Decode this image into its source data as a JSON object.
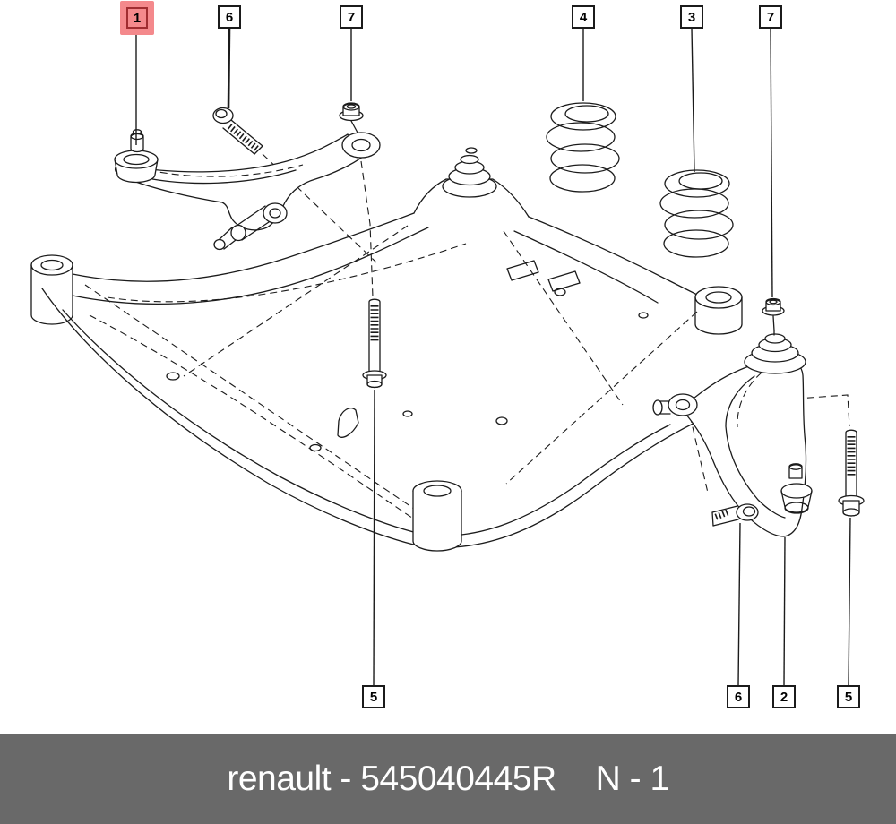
{
  "callouts": {
    "top": [
      {
        "label": "1",
        "highlighted": true,
        "target": "control-arm-left-ball-joint"
      },
      {
        "label": "6",
        "highlighted": false,
        "target": "bolt-control-arm-left"
      },
      {
        "label": "7",
        "highlighted": false,
        "target": "flange-nut-left"
      },
      {
        "label": "4",
        "highlighted": false,
        "target": "coil-spring-left"
      },
      {
        "label": "3",
        "highlighted": false,
        "target": "coil-spring-right"
      },
      {
        "label": "7",
        "highlighted": false,
        "target": "flange-nut-right"
      }
    ],
    "bottom": [
      {
        "label": "5",
        "highlighted": false,
        "target": "long-bolt-center"
      },
      {
        "label": "6",
        "highlighted": false,
        "target": "bolt-control-arm-right"
      },
      {
        "label": "2",
        "highlighted": false,
        "target": "control-arm-right-ball-joint"
      },
      {
        "label": "5",
        "highlighted": false,
        "target": "long-bolt-right"
      }
    ]
  },
  "footer": {
    "left_text": "renault - 545040445R",
    "page_ref": "N - 1"
  },
  "colors": {
    "line": "#1b1b1b",
    "footer-bg": "#696969",
    "footer-text": "#ffffff",
    "highlight-fill": "#f4898c",
    "highlight-border": "#a12d31",
    "callout-bg": "#ffffff"
  }
}
